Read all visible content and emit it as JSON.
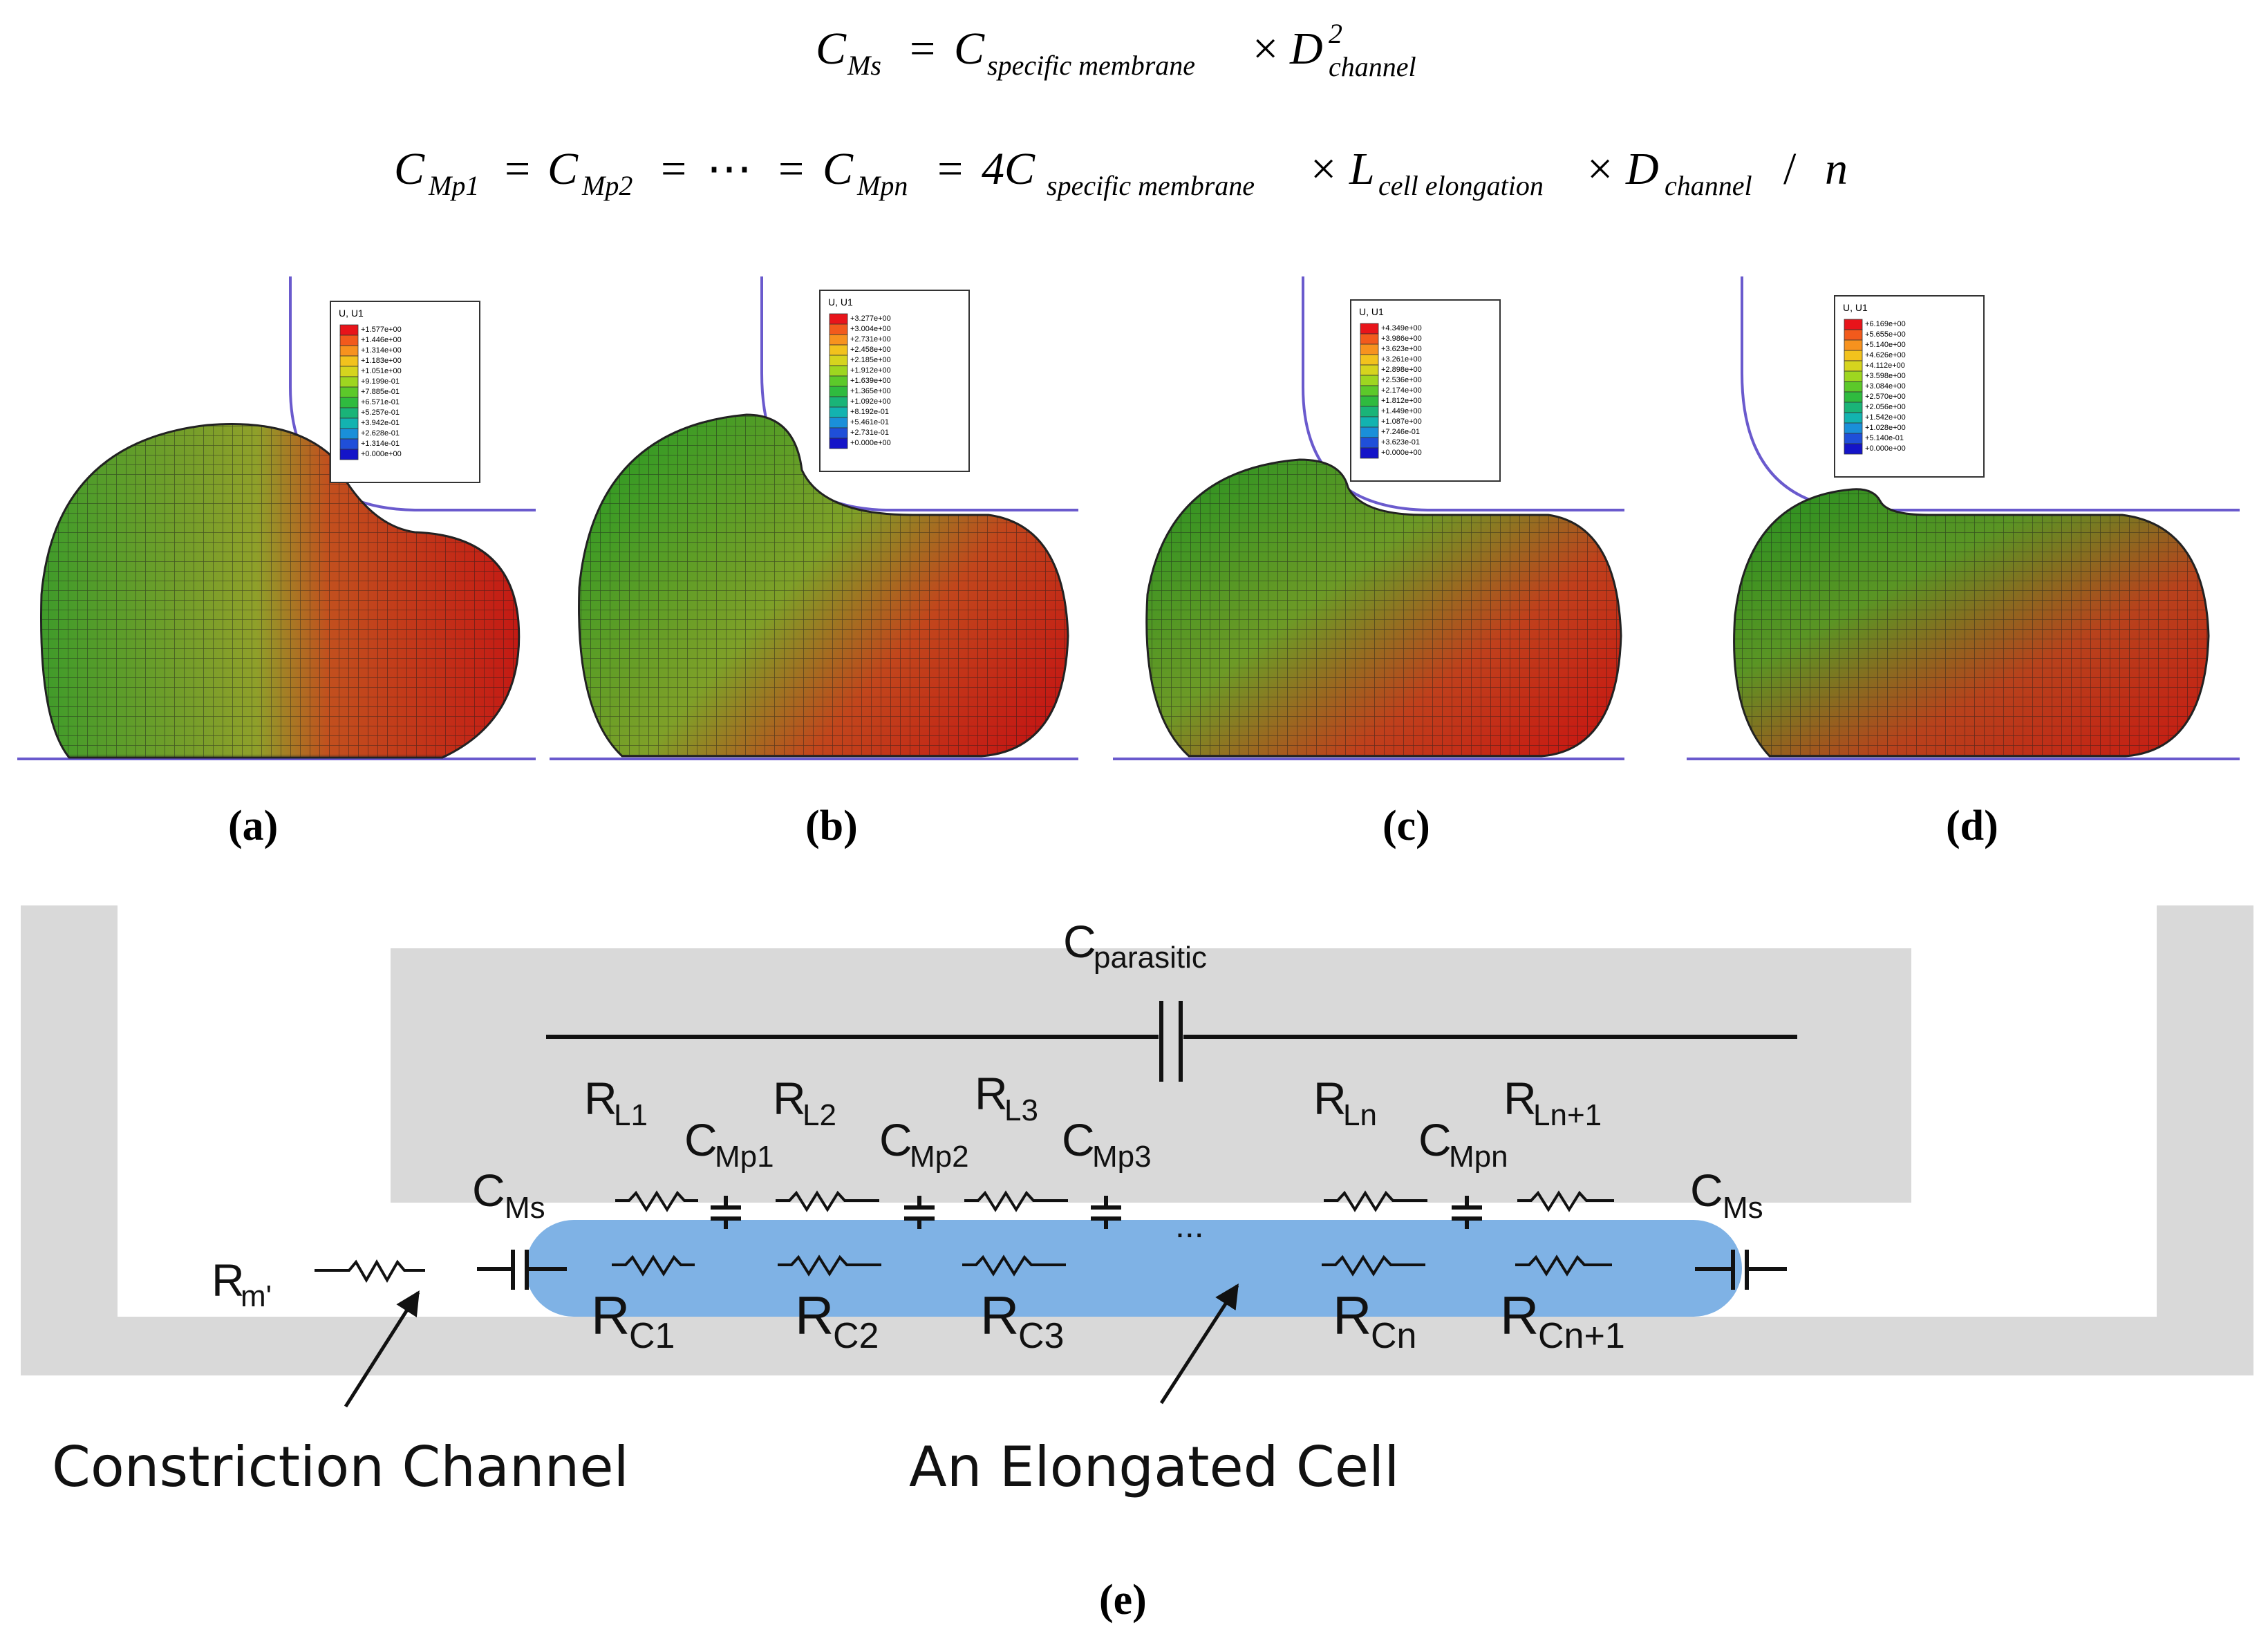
{
  "equations": {
    "eq1": {
      "lhs": "C",
      "lhs_sub": "Ms",
      "t1": "C",
      "t1_sub": "specific membrane",
      "t2": "D",
      "t2_sup": "2",
      "t2_sub": "channel"
    },
    "eq2": {
      "a": "C",
      "a_sub": "Mp1",
      "b": "C",
      "b_sub": "Mp2",
      "dots": "⋯",
      "c": "C",
      "c_sub": "Mpn",
      "coef": "4C",
      "coef_sub": "specific membrane",
      "l": "L",
      "l_sub": "cell elongation",
      "d": "D",
      "d_sub": "channel",
      "n": "n"
    }
  },
  "panels": [
    {
      "label": "(a)",
      "legend_title": "U, U1",
      "legend_values": [
        "+1.577e+00",
        "+1.446e+00",
        "+1.314e+00",
        "+1.183e+00",
        "+1.051e+00",
        "+9.199e-01",
        "+7.885e-01",
        "+6.571e-01",
        "+5.257e-01",
        "+3.942e-01",
        "+2.628e-01",
        "+1.314e-01",
        "+0.000e+00"
      ]
    },
    {
      "label": "(b)",
      "legend_title": "U, U1",
      "legend_values": [
        "+3.277e+00",
        "+3.004e+00",
        "+2.731e+00",
        "+2.458e+00",
        "+2.185e+00",
        "+1.912e+00",
        "+1.639e+00",
        "+1.365e+00",
        "+1.092e+00",
        "+8.192e-01",
        "+5.461e-01",
        "+2.731e-01",
        "+0.000e+00"
      ]
    },
    {
      "label": "(c)",
      "legend_title": "U, U1",
      "legend_values": [
        "+4.349e+00",
        "+3.986e+00",
        "+3.623e+00",
        "+3.261e+00",
        "+2.898e+00",
        "+2.536e+00",
        "+2.174e+00",
        "+1.812e+00",
        "+1.449e+00",
        "+1.087e+00",
        "+7.246e-01",
        "+3.623e-01",
        "+0.000e+00"
      ]
    },
    {
      "label": "(d)",
      "legend_title": "U, U1",
      "legend_values": [
        "+6.169e+00",
        "+5.655e+00",
        "+5.140e+00",
        "+4.626e+00",
        "+4.112e+00",
        "+3.598e+00",
        "+3.084e+00",
        "+2.570e+00",
        "+2.056e+00",
        "+1.542e+00",
        "+1.028e+00",
        "+5.140e-01",
        "+0.000e+00"
      ]
    }
  ],
  "legend_colors": [
    "#e8141a",
    "#f25a1c",
    "#f7921e",
    "#f2c21d",
    "#d6d41e",
    "#9ed620",
    "#5cc92a",
    "#2fbb3f",
    "#1ab478",
    "#13b3b0",
    "#1a8fd9",
    "#1f4fd9",
    "#1414c8"
  ],
  "circuit": {
    "c_parasitic": {
      "main": "C",
      "sub": "parasitic"
    },
    "c_ms_left": {
      "main": "C",
      "sub": "Ms"
    },
    "c_ms_right": {
      "main": "C",
      "sub": "Ms"
    },
    "r_m": "R",
    "r_m_sub": "m'",
    "top_resistors": [
      {
        "main": "R",
        "sub": "L1"
      },
      {
        "main": "R",
        "sub": "L2"
      },
      {
        "main": "R",
        "sub": "L3"
      },
      {
        "main": "R",
        "sub": "Ln"
      },
      {
        "main": "R",
        "sub": "Ln+1"
      }
    ],
    "capacitors": [
      {
        "main": "C",
        "sub": "Mp1"
      },
      {
        "main": "C",
        "sub": "Mp2"
      },
      {
        "main": "C",
        "sub": "Mp3"
      },
      {
        "main": "C",
        "sub": "Mpn"
      }
    ],
    "bottom_resistors": [
      {
        "main": "R",
        "sub": "C1"
      },
      {
        "main": "R",
        "sub": "C2"
      },
      {
        "main": "R",
        "sub": "C3"
      },
      {
        "main": "R",
        "sub": "Cn"
      },
      {
        "main": "R",
        "sub": "Cn+1"
      }
    ],
    "ellipsis": "...",
    "label_channel": "Constriction Channel",
    "label_cell": "An Elongated Cell",
    "panel_label": "(e)"
  },
  "colors": {
    "cell_blue": "#7fb2e5",
    "channel_gray": "#d9d9d9",
    "wall_line": "#6a5acd"
  }
}
